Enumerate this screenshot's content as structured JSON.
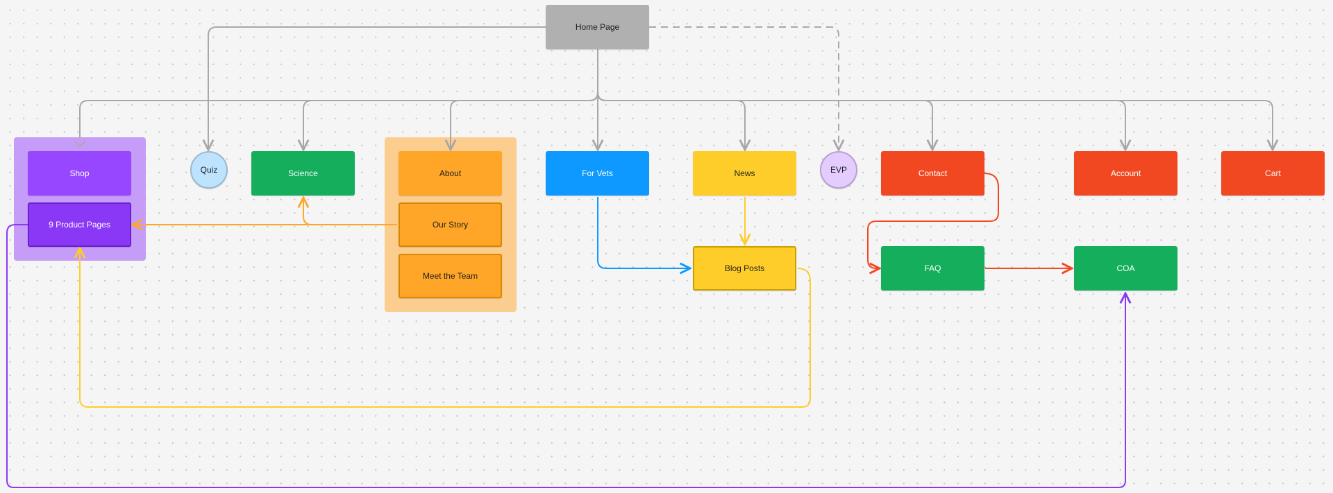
{
  "colors": {
    "gray": "#b0b0b0",
    "purple": "#9747ff",
    "purple_group": "#c59cf7",
    "purple_dark": "#8a38f5",
    "green": "#14ae5c",
    "orange": "#ffa629",
    "orange_group": "#fbcd8e",
    "blue": "#0d99ff",
    "yellow": "#ffcd29",
    "red": "#f24822",
    "light_blue": "#bde3ff",
    "light_purple": "#e4ccff",
    "connector_gray": "#a8a8a8"
  },
  "nodes": {
    "home_page": "Home Page",
    "shop": "Shop",
    "product_pages": "9 Product Pages",
    "quiz": "Quiz",
    "science": "Science",
    "about": "About",
    "our_story": "Our Story",
    "meet_the_team": "Meet the Team",
    "for_vets": "For Vets",
    "news": "News",
    "blog_posts": "Blog Posts",
    "evp": "EVP",
    "contact": "Contact",
    "faq": "FAQ",
    "account": "Account",
    "coa": "COA",
    "cart": "Cart"
  }
}
